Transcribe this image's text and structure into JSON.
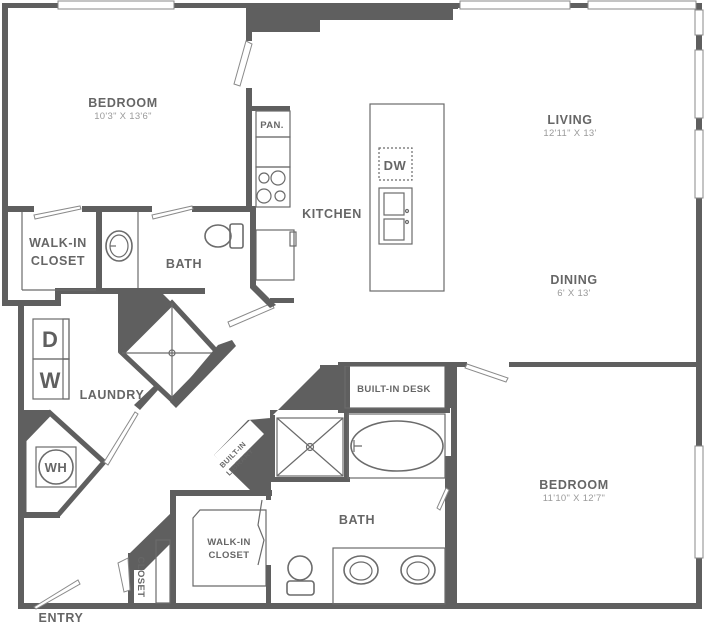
{
  "floorplan": {
    "colors": {
      "wall": "#5f5f5f",
      "label": "#666666",
      "dimension": "#9a9a9a",
      "background": "#ffffff"
    },
    "rooms": {
      "bedroom_1": {
        "label": "BEDROOM",
        "dimensions": "10'3\" X 13'6\""
      },
      "walk_in_closet_1": {
        "label_line1": "WALK-IN",
        "label_line2": "CLOSET"
      },
      "bath_1": {
        "label": "BATH"
      },
      "kitchen": {
        "label": "KITCHEN",
        "pantry": "PAN.",
        "dishwasher": "DW"
      },
      "living": {
        "label": "LIVING",
        "dimensions": "12'11\" X 13'"
      },
      "dining": {
        "label": "DINING",
        "dimensions": "6' X 13'"
      },
      "laundry": {
        "label": "LAUNDRY",
        "dryer": "D",
        "washer": "W"
      },
      "water_heater": {
        "label": "WH"
      },
      "built_in_library": {
        "label_line1": "BUILT-IN",
        "label_line2": "LIBRARY"
      },
      "built_in_desk": {
        "label": "BUILT-IN DESK"
      },
      "bath_2": {
        "label": "BATH"
      },
      "walk_in_closet_2": {
        "label_line1": "WALK-IN",
        "label_line2": "CLOSET"
      },
      "closet": {
        "label": "CLOSET"
      },
      "bedroom_2": {
        "label": "BEDROOM",
        "dimensions": "11'10\" X 12'7\""
      },
      "entry": {
        "label": "ENTRY"
      }
    }
  }
}
